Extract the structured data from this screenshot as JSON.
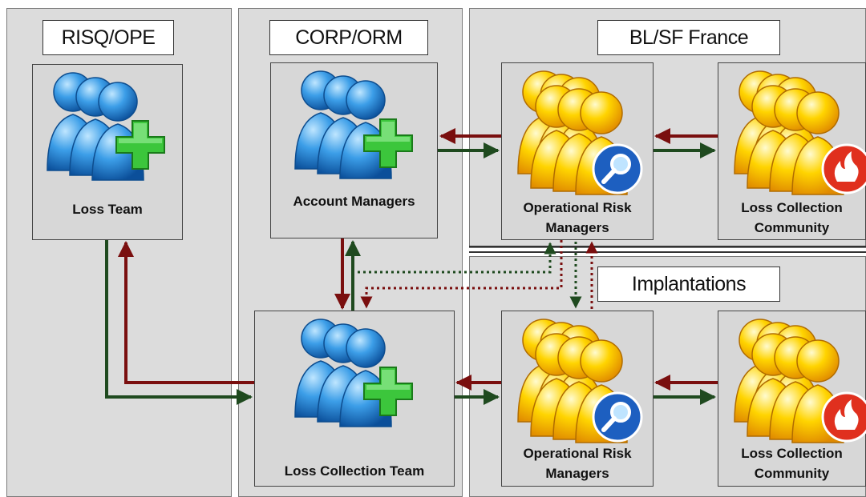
{
  "panels": {
    "risq": {
      "title": "RISQ/OPE"
    },
    "corp": {
      "title": "CORP/ORM"
    },
    "blsf": {
      "title": "BL/SF France"
    },
    "impl": {
      "title": "Implantations"
    }
  },
  "nodes": {
    "loss_team": {
      "label": "Loss Team",
      "icon": "blue-user-group-add-icon"
    },
    "account_managers": {
      "label": "Account Managers",
      "icon": "blue-user-group-add-icon"
    },
    "loss_collection_team": {
      "label": "Loss Collection Team",
      "icon": "blue-user-group-add-icon"
    },
    "orm_france": {
      "label": "Operational Risk\nManagers",
      "icon": "yellow-user-group-search-icon"
    },
    "lcc_france": {
      "label": "Loss Collection\nCommunity",
      "icon": "yellow-user-group-fire-icon"
    },
    "orm_impl": {
      "label": "Operational Risk\nManagers",
      "icon": "yellow-user-group-search-icon"
    },
    "lcc_impl": {
      "label": "Loss Collection\nCommunity",
      "icon": "yellow-user-group-fire-icon"
    }
  },
  "colors": {
    "arrow_red": "#7a0f0f",
    "arrow_green": "#1f4a1f",
    "people_blue": "#2f8fe0",
    "people_yellow": "#f5c400",
    "plus_green": "#3cc63c",
    "badge_blue": "#1d5fc0",
    "badge_red": "#e0301e"
  }
}
